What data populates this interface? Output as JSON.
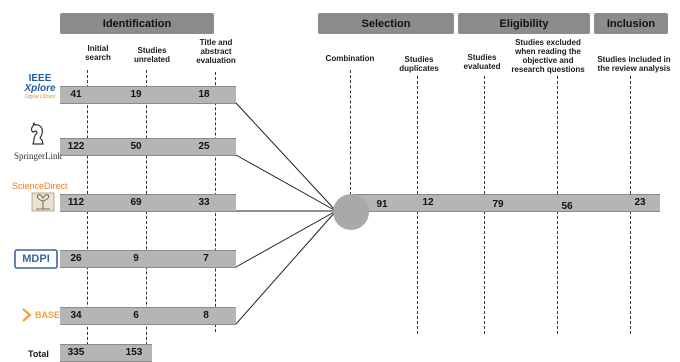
{
  "phases": {
    "identification": "Identification",
    "selection": "Selection",
    "eligibility": "Eligibility",
    "inclusion": "Inclusion"
  },
  "columns": {
    "initial_search": "Initial search",
    "studies_unrelated": "Studies unrelated",
    "title_abstract": "Title and abstract evaluation",
    "combination": "Combination",
    "duplicates": "Studies duplicates",
    "evaluated": "Studies evaluated",
    "excluded": "Studies excluded when reading the objective and research questions",
    "included": "Studies included in the review analysis"
  },
  "sources": [
    {
      "name": "IEEE Xplore",
      "logo_text_1": "IEEE",
      "logo_text_2": "Xplore",
      "logo_text_3": "Digital Library",
      "initial": "41",
      "unrelated": "19",
      "title_abstract": "18"
    },
    {
      "name": "SpringerLink",
      "logo_text_1": "SpringerLink",
      "initial": "122",
      "unrelated": "50",
      "title_abstract": "25"
    },
    {
      "name": "ScienceDirect",
      "logo_text_1": "ScienceDirect",
      "initial": "112",
      "unrelated": "69",
      "title_abstract": "33"
    },
    {
      "name": "MDPI",
      "logo_text_1": "MDPI",
      "initial": "26",
      "unrelated": "9",
      "title_abstract": "7"
    },
    {
      "name": "BASE",
      "logo_text_1": "BASE",
      "initial": "34",
      "unrelated": "6",
      "title_abstract": "8"
    }
  ],
  "pipeline": {
    "combination": "91",
    "duplicates": "12",
    "evaluated": "79",
    "excluded": "56",
    "included": "23"
  },
  "total": {
    "label": "Total",
    "initial": "335",
    "unrelated": "153"
  },
  "colors": {
    "phase_header": "#8c8c8c",
    "bar": "#b5b5b5",
    "node": "#a9a9a9",
    "ieee_blue": "#1f5fa8",
    "ieee_orange": "#e8912d",
    "sciencedirect_orange": "#f07f1d",
    "mdpi_blue": "#3a63a6",
    "base_orange": "#f2a23a"
  }
}
